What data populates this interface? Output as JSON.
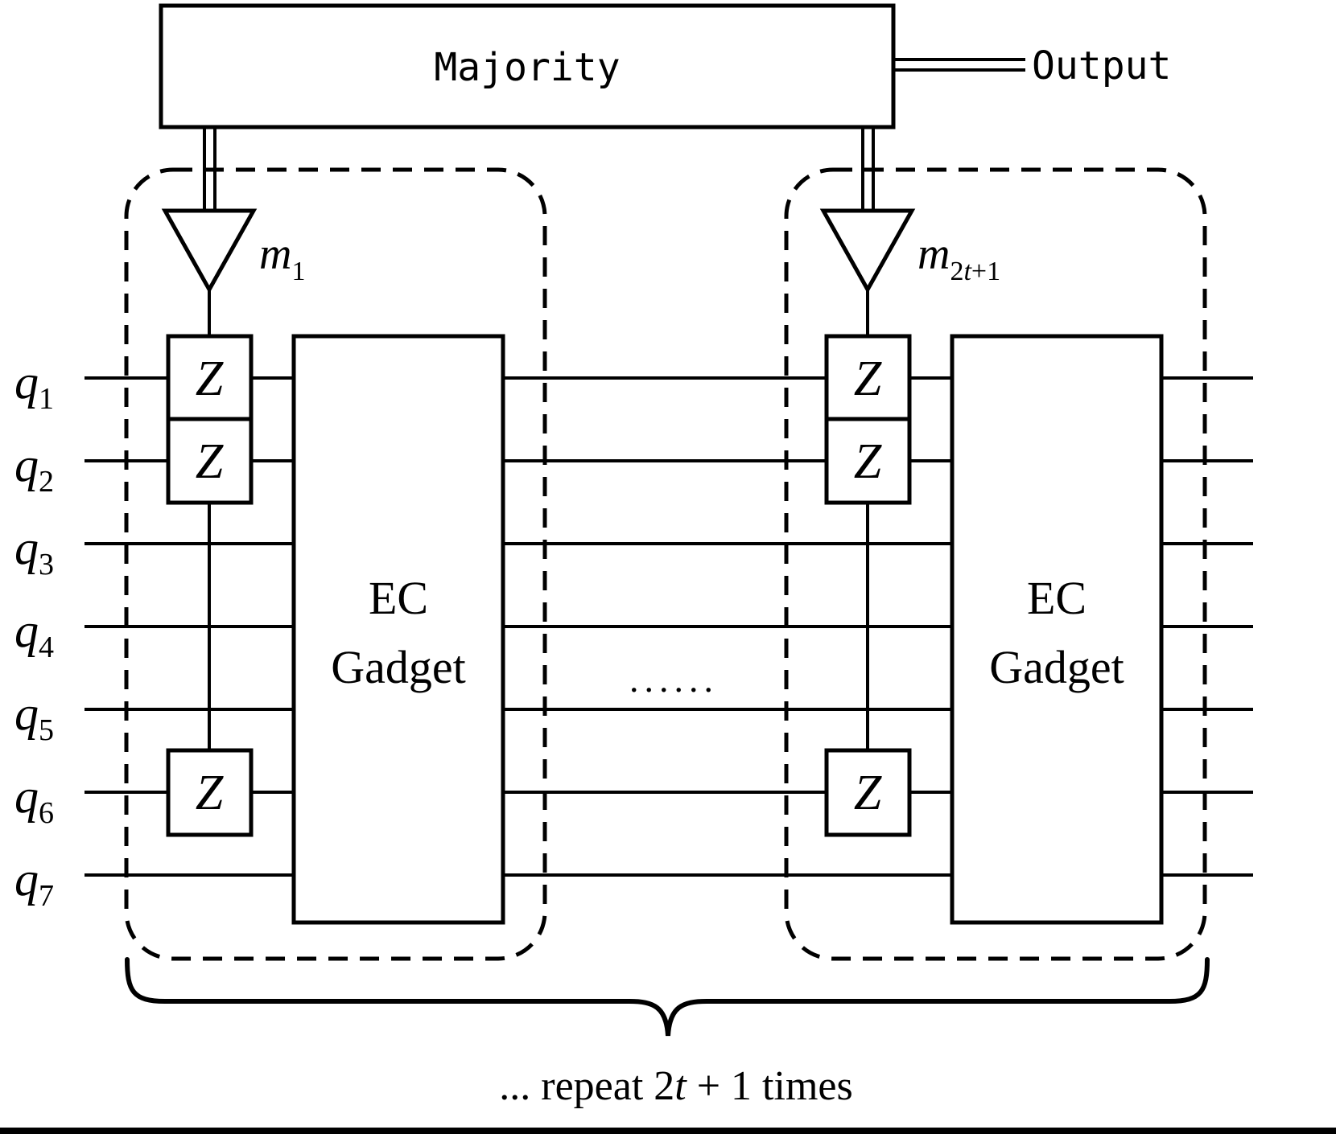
{
  "majority": {
    "label": "Majority"
  },
  "output": {
    "label": "Output"
  },
  "measure_rounds": [
    {
      "name_base": "m",
      "sub_pre": "1",
      "sub_it": "",
      "sub_post": ""
    },
    {
      "name_base": "m",
      "sub_pre": "2",
      "sub_it": "t",
      "sub_post": "+1"
    }
  ],
  "gates": {
    "z": "Z",
    "ec_line1": "EC",
    "ec_line2": "Gadget"
  },
  "qubits": [
    {
      "base": "q",
      "sub": "1"
    },
    {
      "base": "q",
      "sub": "2"
    },
    {
      "base": "q",
      "sub": "3"
    },
    {
      "base": "q",
      "sub": "4"
    },
    {
      "base": "q",
      "sub": "5"
    },
    {
      "base": "q",
      "sub": "6"
    },
    {
      "base": "q",
      "sub": "7"
    }
  ],
  "ellipsis": "......",
  "caption": {
    "prefix": "... repeat 2",
    "italic": "t",
    "suffix": " + 1 times"
  },
  "colors": {
    "ink": "#000000",
    "paper": "#ffffff"
  }
}
